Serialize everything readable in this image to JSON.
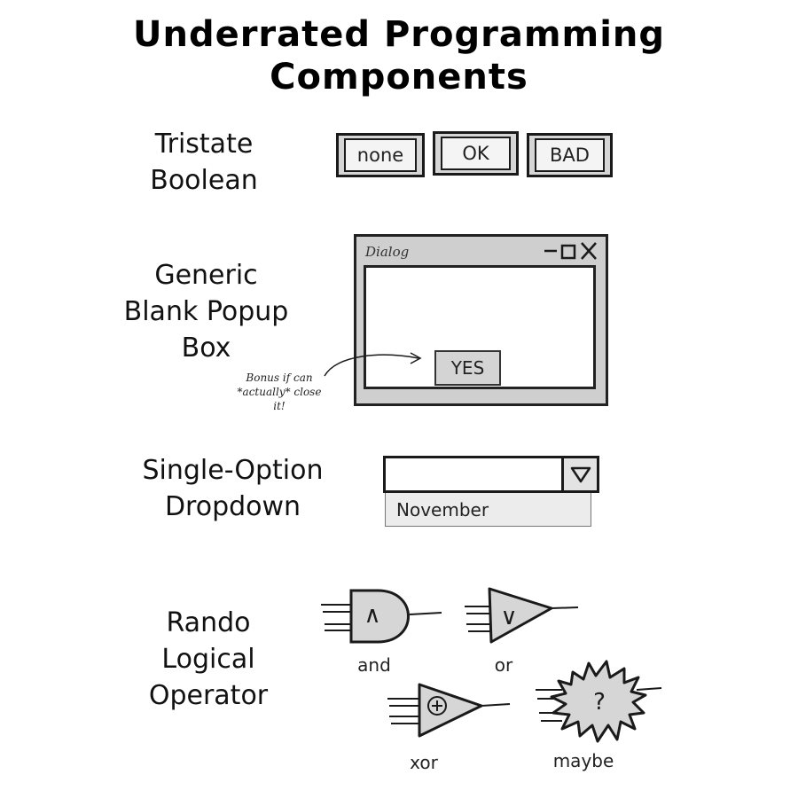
{
  "title": {
    "line1": "Underrated Programming",
    "line2": "Components"
  },
  "tristate": {
    "label_line1": "Tristate",
    "label_line2": "Boolean",
    "buttons": [
      "none",
      "OK",
      "BAD"
    ]
  },
  "popup": {
    "label_line1": "Generic",
    "label_line2": "Blank Popup",
    "label_line3": "Box",
    "dialog_title": "Dialog",
    "button": "YES",
    "note_line1": "Bonus if can",
    "note_line2": "*actually* close",
    "note_line3": "it!"
  },
  "dropdown": {
    "label_line1": "Single-Option",
    "label_line2": "Dropdown",
    "option": "November"
  },
  "logic": {
    "label_line1": "Rando",
    "label_line2": "Logical",
    "label_line3": "Operator",
    "gates": {
      "and": "and",
      "or": "or",
      "xor": "xor",
      "maybe": "maybe"
    },
    "symbols": {
      "and": "∧",
      "or": "∨",
      "maybe": "?"
    }
  },
  "colors": {
    "ink": "#1a1a1a",
    "gray_fill": "#d6d6d6",
    "window_frame": "#cfcfcf"
  }
}
